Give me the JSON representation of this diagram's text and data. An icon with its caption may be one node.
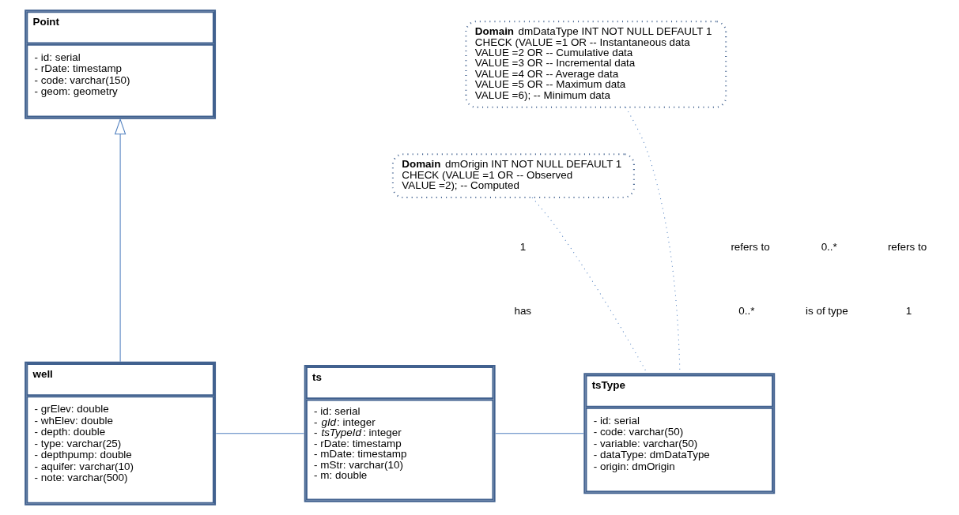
{
  "diagram": {
    "nodes": [
      {
        "text": [
          "Point",
          "- id: serial",
          "- rDate: timestamp",
          "- code: varchar(150)",
          "- geom: geometry"
        ]
      },
      {
        "text": [
          "well",
          "- grElev: double",
          "- whElev: double",
          "- depth: double",
          "- type: varchar(25)",
          "- depthpump: double",
          "- aquifer: varchar(10)",
          "- note: varchar(500)"
        ]
      },
      {
        "text": [
          "ts",
          "- id: serial",
          "- *gId*: integer",
          "- *tsTypeId*: integer",
          "- rDate: timestamp",
          "- mDate: timestamp",
          "- mStr: varchar(10)",
          "- m: double"
        ]
      },
      {
        "text": [
          "tsType",
          "- id: serial",
          "- code: varchar(50)",
          "- variable: varchar(50)",
          "- dataType: dmDataType",
          "- origin: dmOrigin"
        ]
      },
      {
        "text": [
          "**Domain** dmDataType INT NOT NULL DEFAULT 1",
          "CHECK (VALUE =1 OR -- Instantaneous data",
          "VALUE =2 OR -- Cumulative data",
          "VALUE =3 OR -- Incremental data",
          "VALUE =4 OR -- Average data",
          "VALUE =5 OR -- Maximum data",
          "VALUE =6); -- Minimum data"
        ]
      },
      {
        "text": [
          "**Domain** dmOrigin INT NOT NULL DEFAULT 1",
          "CHECK (VALUE =1 OR -- Observed",
          "VALUE =2); -- Computed"
        ]
      }
    ],
    "edges": [
      {
        "from": 1,
        "to": 0,
        "arrow": "to"
      },
      {
        "from": 1,
        "to": 2,
        "arrow": "none"
      },
      {
        "from": 2,
        "to": 3,
        "arrow": "none"
      },
      {
        "from": 4,
        "to": 3,
        "arrow": "none",
        "style": "dashed"
      },
      {
        "from": 5,
        "to": 3,
        "arrow": "none",
        "style": "dashed"
      }
    ],
    "labels": [
      "1",
      "refers to",
      "has",
      "0..*",
      "0..*",
      "refers to",
      "is of type",
      "1"
    ]
  }
}
